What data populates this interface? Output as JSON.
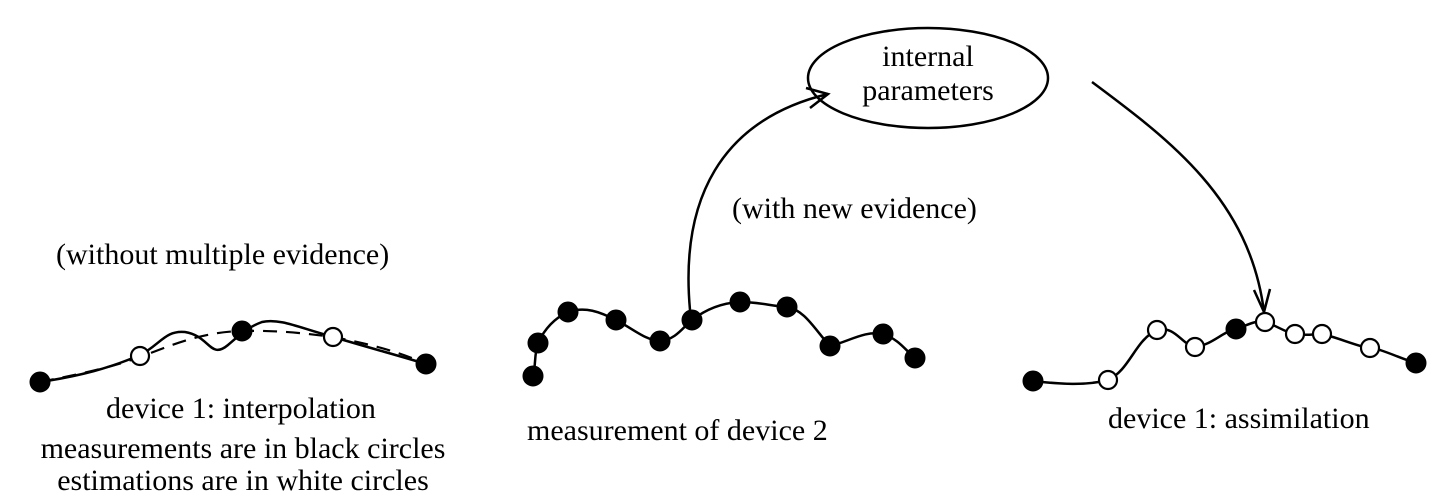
{
  "node": {
    "line1": "internal",
    "line2": "parameters"
  },
  "labels": {
    "with_new_evidence": "(with new evidence)",
    "without_multiple_evidence": "(without multiple evidence)",
    "interpolation": "device 1: interpolation",
    "measurement_device2": "measurement of device 2",
    "assimilation": "device 1: assimilation",
    "legend_black": "measurements are in black circles",
    "legend_white": "estimations are in white circles"
  }
}
